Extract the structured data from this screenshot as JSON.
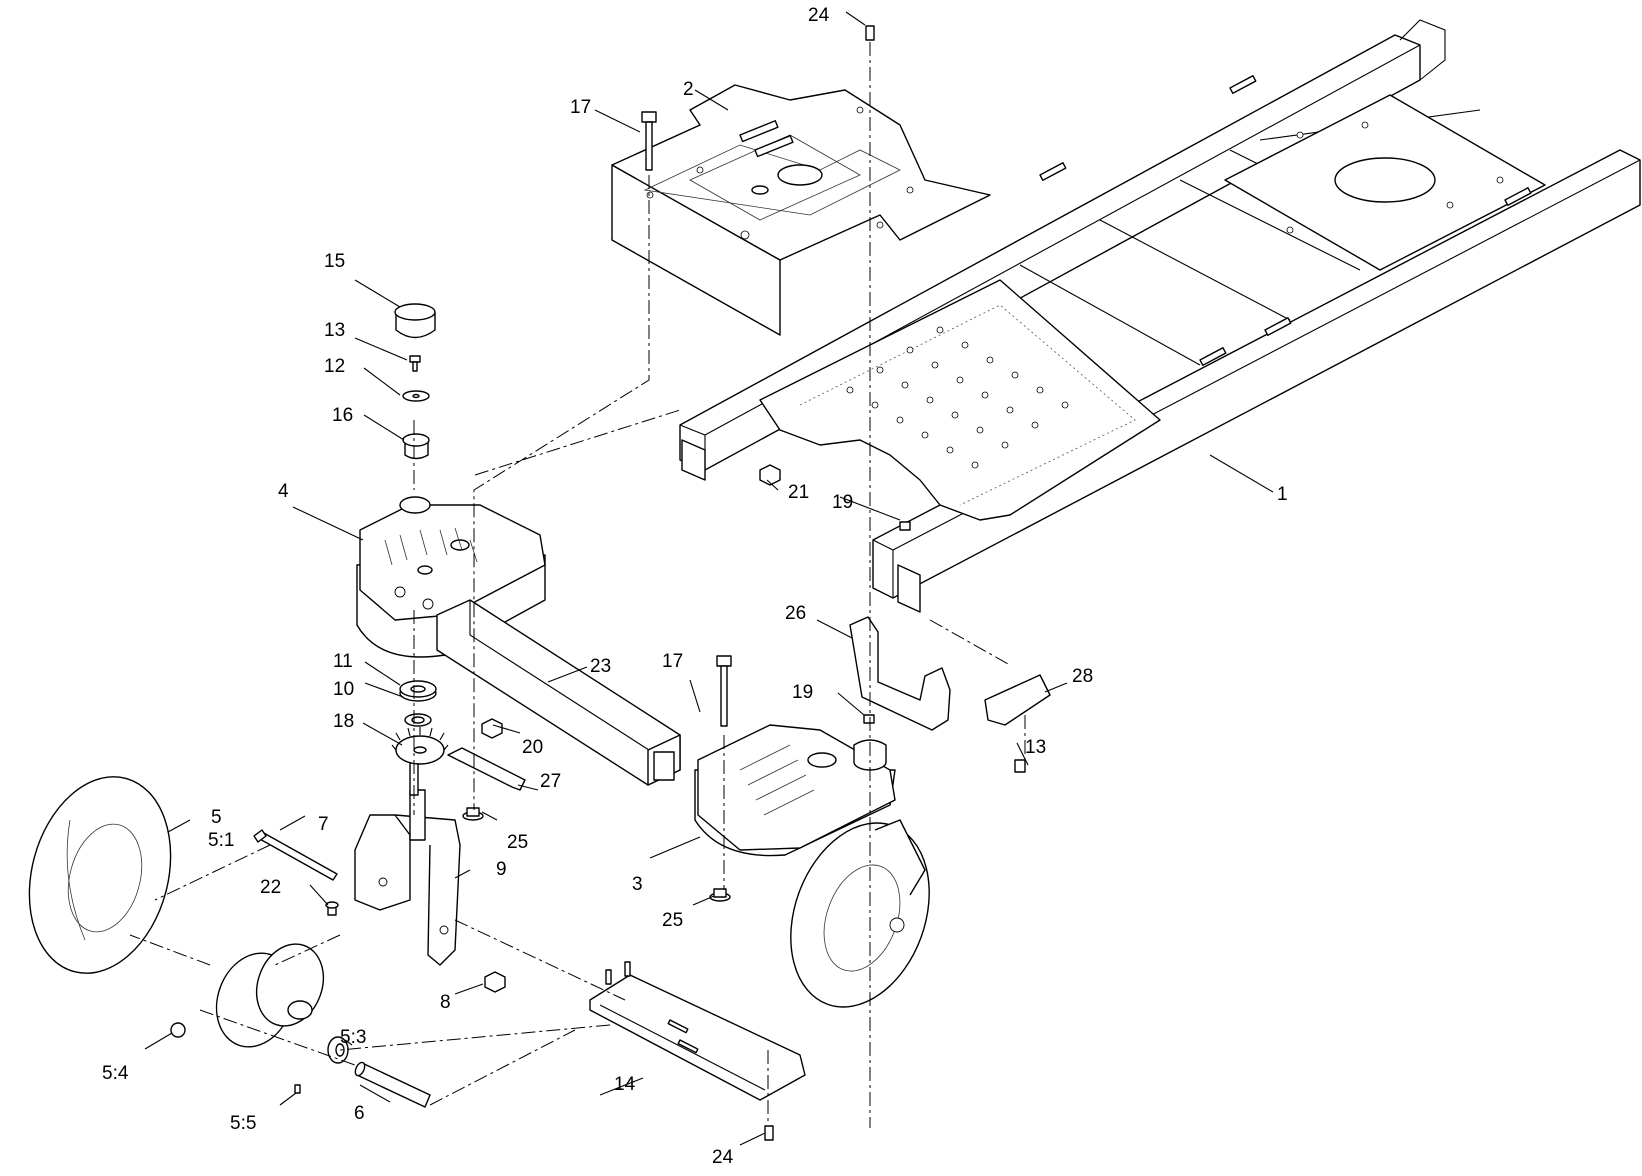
{
  "diagram": {
    "callouts": {
      "c1": "1",
      "c2": "2",
      "c3": "3",
      "c4": "4",
      "c5": "5",
      "c5_1": "5:1",
      "c5_3": "5:3",
      "c5_4": "5:4",
      "c5_5": "5:5",
      "c6": "6",
      "c7": "7",
      "c8": "8",
      "c9": "9",
      "c10": "10",
      "c11": "11",
      "c12": "12",
      "c13a": "13",
      "c13b": "13",
      "c14": "14",
      "c15": "15",
      "c16": "16",
      "c17a": "17",
      "c17b": "17",
      "c18": "18",
      "c19a": "19",
      "c19b": "19",
      "c20": "20",
      "c21": "21",
      "c22": "22",
      "c23": "23",
      "c24a": "24",
      "c24b": "24",
      "c25a": "25",
      "c25b": "25",
      "c26": "26",
      "c27": "27",
      "c28": "28"
    }
  }
}
